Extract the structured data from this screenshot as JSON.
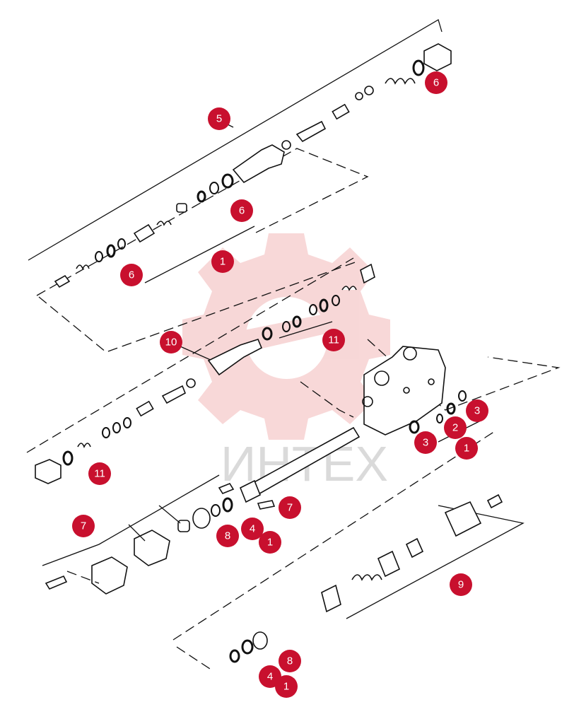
{
  "watermark": {
    "text": "ИНТЕХ",
    "color": "#f2b8b8"
  },
  "callout_color": "#c8102e",
  "callouts": [
    {
      "label": "5"
    },
    {
      "label": "6"
    },
    {
      "label": "6"
    },
    {
      "label": "6"
    },
    {
      "label": "1"
    },
    {
      "label": "10"
    },
    {
      "label": "11"
    },
    {
      "label": "3"
    },
    {
      "label": "2"
    },
    {
      "label": "3"
    },
    {
      "label": "1"
    },
    {
      "label": "11"
    },
    {
      "label": "7"
    },
    {
      "label": "7"
    },
    {
      "label": "8"
    },
    {
      "label": "4"
    },
    {
      "label": "1"
    },
    {
      "label": "9"
    },
    {
      "label": "8"
    },
    {
      "label": "4"
    },
    {
      "label": "1"
    }
  ]
}
